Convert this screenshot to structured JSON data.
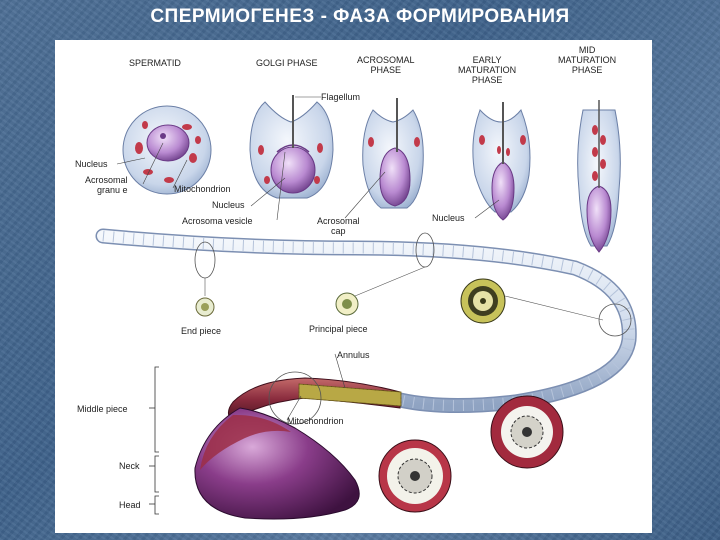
{
  "title": "СПЕРМИОГЕНЕЗ  - ФАЗА ФОРМИРОВАНИЯ",
  "phases": [
    "SPERMATID",
    "GOLGI PHASE",
    "ACROSOMAL\nPHASE",
    "EARLY\nMATURATION\nPHASE",
    "MID\nMATURATION\nPHASE"
  ],
  "labels": {
    "flagellum": "Flagellum",
    "nucleus_left": "Nucleus",
    "acrosomal_granule": "Acrosomal\ngranu e",
    "mitochondrion_top": "Mitochondrion",
    "nucleus_golgi": "Nucleus",
    "acrosomal_vesicle": "Acrosoma  vesicle",
    "acrosomal_cap": "Acrosomal\ncap",
    "nucleus_maturation": "Nucleus",
    "end_piece": "End piece",
    "principal_piece": "Principal piece",
    "annulus": "Annulus",
    "middle_piece": "Middle piece",
    "mitochondrion_bottom": "Mitochondrion",
    "neck": "Neck",
    "head": "Head"
  },
  "colors": {
    "title_text": "#ffffff",
    "cytoplasm": "#c9d6ea",
    "nucleus": "#b98ad1",
    "mitochondria": "#c23a4a",
    "tail": "#dfe7f3",
    "mid_piece": "#7e2a3a",
    "head": "#6b2d6b"
  }
}
